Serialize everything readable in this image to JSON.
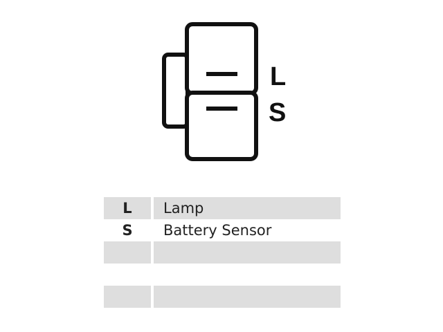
{
  "connector": {
    "pins": [
      {
        "code": "L"
      },
      {
        "code": "S"
      }
    ]
  },
  "table": {
    "rows": [
      {
        "code": "L",
        "description": "Lamp",
        "shaded": true
      },
      {
        "code": "S",
        "description": "Battery Sensor",
        "shaded": false
      },
      {
        "code": "",
        "description": "",
        "shaded": true
      },
      {
        "code": "",
        "description": "",
        "shaded": false
      },
      {
        "code": "",
        "description": "",
        "shaded": true
      }
    ]
  }
}
